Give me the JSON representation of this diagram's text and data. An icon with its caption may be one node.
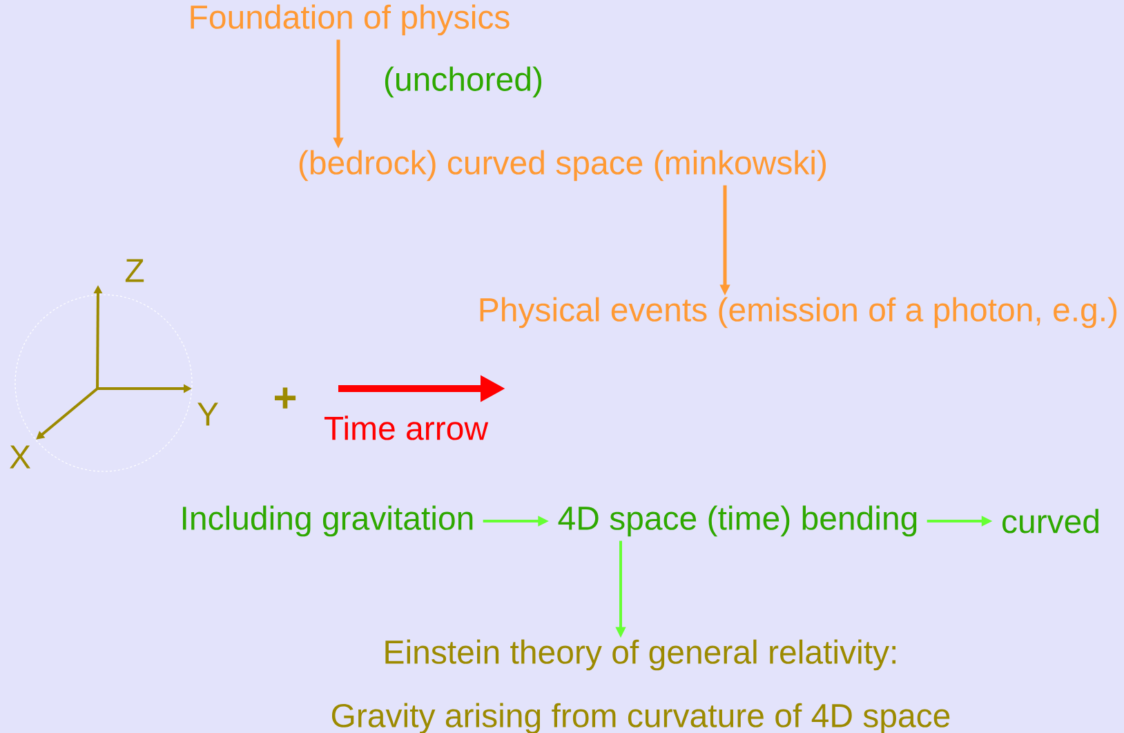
{
  "diagram": {
    "nodes": [
      {
        "text": [
          "Foundation of physics"
        ]
      },
      {
        "text": [
          "(bedrock) curved space (minkowski)"
        ]
      },
      {
        "text": [
          "Physical events (emission of a photon, e.g.)"
        ]
      },
      {
        "text": [
          "Including gravitation"
        ]
      },
      {
        "text": [
          "4D space (time) bending"
        ]
      },
      {
        "text": [
          "curved"
        ]
      },
      {
        "text": [
          "Einstein theory of general relativity:",
          "Gravity arising from curvature of 4D space"
        ]
      }
    ],
    "edges": [
      {
        "from": 0,
        "to": 1,
        "arrow": "to",
        "color": "#ff9933"
      },
      {
        "from": 1,
        "to": 2,
        "arrow": "to",
        "color": "#ff9933"
      },
      {
        "from": 3,
        "to": 4,
        "arrow": "to"
      },
      {
        "from": 4,
        "to": 5,
        "arrow": "to"
      },
      {
        "from": 4,
        "to": 6,
        "arrow": "to"
      }
    ],
    "labels": [
      "(unchored)",
      "Z",
      "+",
      "Y",
      "Time arrow",
      "X"
    ]
  }
}
